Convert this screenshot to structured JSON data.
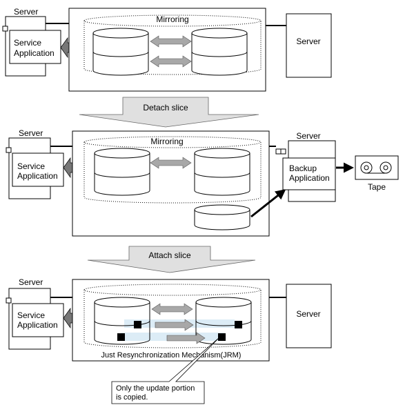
{
  "panel1": {
    "server_left": "Server",
    "service_app_line1": "Service",
    "service_app_line2": "Application",
    "mirroring": "Mirroring",
    "server_right": "Server"
  },
  "detach_label": "Detach slice",
  "panel2": {
    "server_left": "Server",
    "service_app_line1": "Service",
    "service_app_line2": "Application",
    "mirroring": "Mirroring",
    "server_right": "Server",
    "backup_app_line1": "Backup",
    "backup_app_line2": "Application",
    "tape": "Tape"
  },
  "attach_label": "Attach slice",
  "panel3": {
    "server_left": "Server",
    "service_app_line1": "Service",
    "service_app_line2": "Application",
    "server_right": "Server",
    "jrm": "Just Resynchronization Mechanism(JRM)"
  },
  "callout": {
    "line1": "Only the update portion",
    "line2": "is copied."
  },
  "colors": {
    "arrow_fill": "#a8a8a8",
    "banner_fill": "#e0e0e0",
    "dark_arrow": "#606060",
    "highlight": "#dcecf6"
  }
}
